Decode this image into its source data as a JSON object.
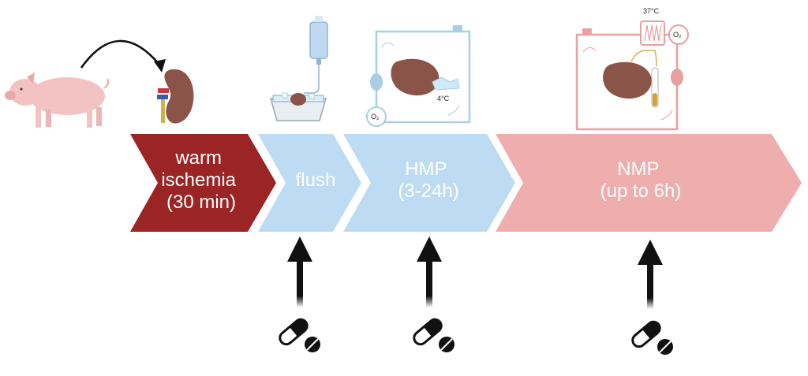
{
  "colors": {
    "warm": "#9b2424",
    "cold": "#bddcf3",
    "normo": "#efaeae",
    "cold_circuit": "#a8cfe6",
    "normo_circuit": "#e8a0a0",
    "kidney": "#8a5548",
    "pig": "#f3c3c3",
    "arrow": "#111111"
  },
  "stages": [
    {
      "id": "warm-ischemia",
      "lines": [
        "warm",
        "ischemia",
        "(30 min)"
      ]
    },
    {
      "id": "flush",
      "lines": [
        "flush"
      ]
    },
    {
      "id": "hmp",
      "lines": [
        "HMP",
        "(3-24h)"
      ]
    },
    {
      "id": "nmp",
      "lines": [
        "NMP",
        "(up to 6h)"
      ]
    }
  ],
  "labels": {
    "hmp_temp": "4°C",
    "nmp_temp": "37°C",
    "oxygen": "O₂"
  },
  "icons": {
    "drug_points": [
      "pill-icon",
      "pill-icon",
      "pill-icon"
    ],
    "source": "pig-icon",
    "organ": "kidney-icon"
  }
}
